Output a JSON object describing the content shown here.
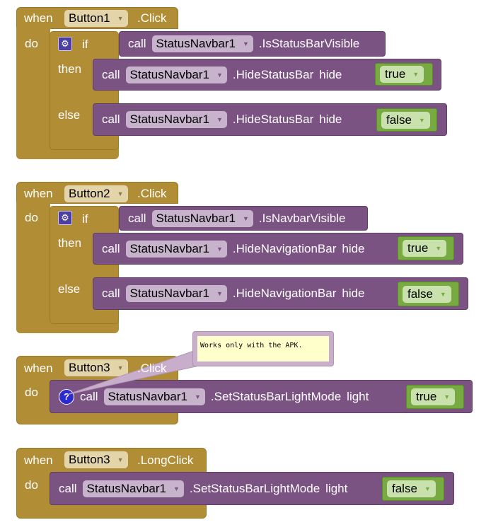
{
  "blocks": [
    {
      "when": "when",
      "component": "Button1",
      "event": ".Click",
      "do": "do",
      "if": "if",
      "then": "then",
      "else": "else",
      "cond": {
        "call": "call",
        "component": "StatusNavbar1",
        "method": ".IsStatusBarVisible"
      },
      "then_call": {
        "call": "call",
        "component": "StatusNavbar1",
        "method": ".HideStatusBar",
        "param": "hide",
        "value": "true"
      },
      "else_call": {
        "call": "call",
        "component": "StatusNavbar1",
        "method": ".HideStatusBar",
        "param": "hide",
        "value": "false"
      }
    },
    {
      "when": "when",
      "component": "Button2",
      "event": ".Click",
      "do": "do",
      "if": "if",
      "then": "then",
      "else": "else",
      "cond": {
        "call": "call",
        "component": "StatusNavbar1",
        "method": ".IsNavbarVisible"
      },
      "then_call": {
        "call": "call",
        "component": "StatusNavbar1",
        "method": ".HideNavigationBar",
        "param": "hide",
        "value": "true"
      },
      "else_call": {
        "call": "call",
        "component": "StatusNavbar1",
        "method": ".HideNavigationBar",
        "param": "hide",
        "value": "false"
      }
    },
    {
      "when": "when",
      "component": "Button3",
      "event": ".Click",
      "do": "do",
      "call": {
        "call": "call",
        "component": "StatusNavbar1",
        "method": ".SetStatusBarLightMode",
        "param": "light",
        "value": "true"
      },
      "comment": "Works only with the APK."
    },
    {
      "when": "when",
      "component": "Button3",
      "event": ".LongClick",
      "do": "do",
      "call": {
        "call": "call",
        "component": "StatusNavbar1",
        "method": ".SetStatusBarLightMode",
        "param": "light",
        "value": "false"
      }
    }
  ],
  "colors": {
    "event": "#b18e35",
    "procedure": "#7b5383",
    "logic": "#77ab41",
    "comment": "#ffffcc"
  }
}
